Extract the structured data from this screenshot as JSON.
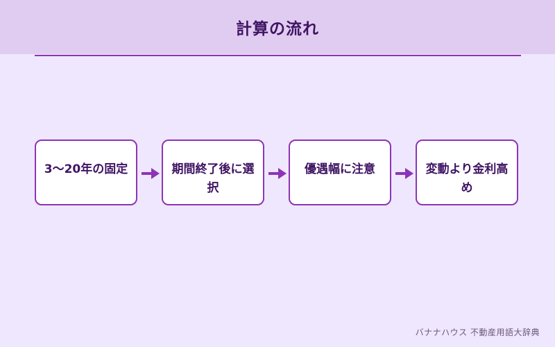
{
  "header": {
    "title": "計算の流れ"
  },
  "steps": [
    {
      "label": "3〜20年の固定"
    },
    {
      "label": "期間終了後に選択"
    },
    {
      "label": "優遇幅に注意"
    },
    {
      "label": "変動より金利高め"
    }
  ],
  "footer": {
    "source": "バナナハウス 不動産用語大辞典"
  },
  "colors": {
    "background": "#efe7fd",
    "header": "#e1ccf1",
    "accent": "#8d34b5",
    "title_text": "#3f1463"
  }
}
